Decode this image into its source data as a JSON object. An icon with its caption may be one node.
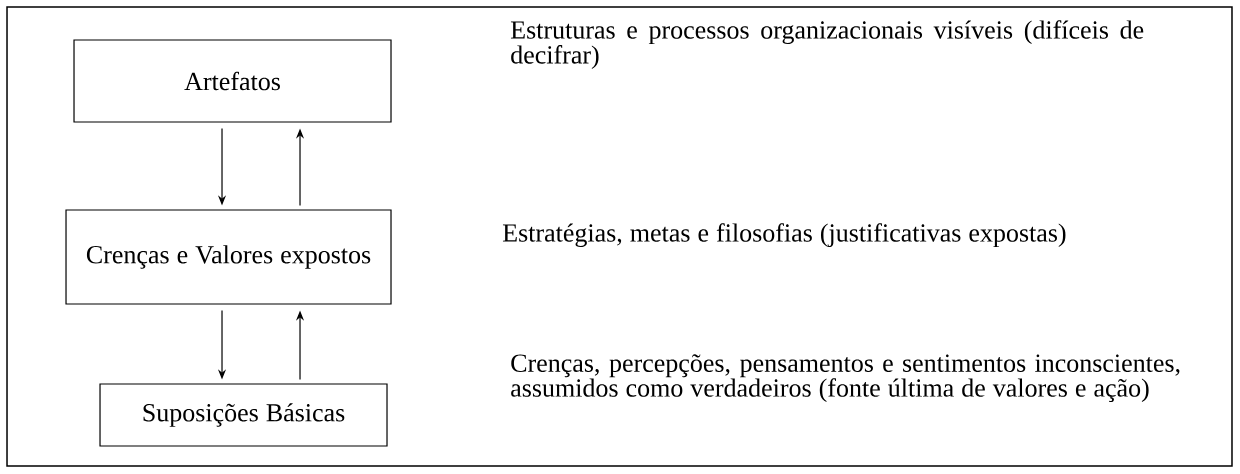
{
  "diagram": {
    "nodes": [
      {
        "text": [
          "Artefatos"
        ]
      },
      {
        "text": [
          "Crenças e Valores expostos"
        ]
      },
      {
        "text": [
          "Suposições Básicas"
        ]
      }
    ],
    "edges": [
      {
        "from": 0,
        "to": 1,
        "arrow": "to"
      },
      {
        "from": 1,
        "to": 0,
        "arrow": "to"
      },
      {
        "from": 1,
        "to": 2,
        "arrow": "to"
      },
      {
        "from": 2,
        "to": 1,
        "arrow": "to"
      }
    ],
    "labels": [
      "Estruturas e processos organizacionais visíveis (difíceis de decifrar)",
      "Estratégias, metas e filosofias (justificativas expostas)",
      "Crenças, percepções, pensamentos e sentimentos inconscientes, assumidos como verdadeiros (fonte última de valores e ação)"
    ]
  }
}
